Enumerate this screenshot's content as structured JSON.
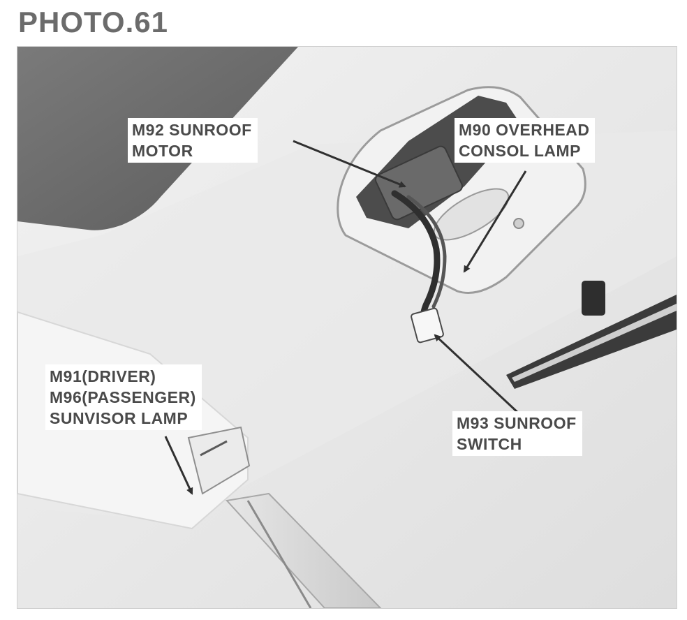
{
  "header": {
    "title": "PHOTO.61"
  },
  "photo": {
    "callouts": [
      {
        "id": "m92",
        "lines": [
          "M92 SUNROOF",
          "MOTOR"
        ]
      },
      {
        "id": "m90",
        "lines": [
          "M90 OVERHEAD",
          "CONSOL LAMP"
        ]
      },
      {
        "id": "m91",
        "lines": [
          "M91(DRIVER)",
          "M96(PASSENGER)",
          "SUNVISOR LAMP"
        ]
      },
      {
        "id": "m93",
        "lines": [
          "M93 SUNROOF",
          "SWITCH"
        ]
      }
    ]
  }
}
